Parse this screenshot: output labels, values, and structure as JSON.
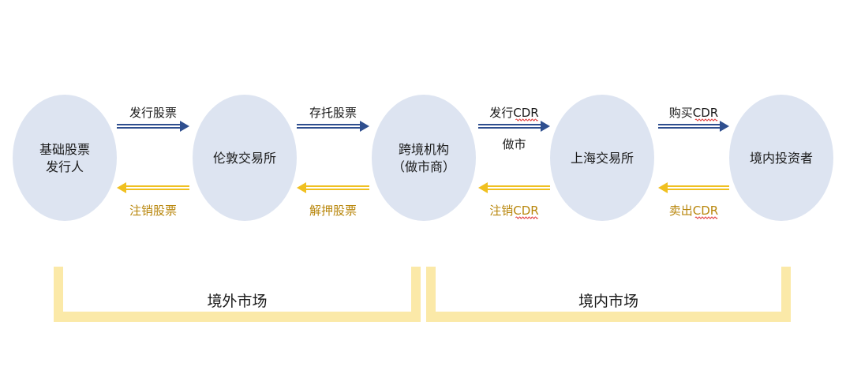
{
  "nodes": [
    {
      "id": "issuer",
      "lines": [
        "基础股票",
        "发行人"
      ]
    },
    {
      "id": "lse",
      "lines": [
        "伦敦交易所"
      ]
    },
    {
      "id": "cross",
      "lines": [
        "跨境机构",
        "（做市商）"
      ]
    },
    {
      "id": "sse",
      "lines": [
        "上海交易所"
      ]
    },
    {
      "id": "investor",
      "lines": [
        "境内投资者"
      ]
    }
  ],
  "flows": [
    {
      "top": "发行股票",
      "bottom": "注销股票"
    },
    {
      "top": "存托股票",
      "bottom": "解押股票"
    },
    {
      "top": "发行CDR",
      "top2": "做市",
      "bottom": "注销CDR"
    },
    {
      "top": "购买CDR",
      "bottom": "卖出CDR"
    }
  ],
  "markets": [
    {
      "label": "境外市场"
    },
    {
      "label": "境内市场"
    }
  ],
  "colors": {
    "node_fill": "#dde4f1",
    "forward_arrow": "#2f4f8f",
    "backward_arrow": "#f0c020",
    "bracket": "#fbe9a8",
    "label_gold": "#b8860b"
  }
}
